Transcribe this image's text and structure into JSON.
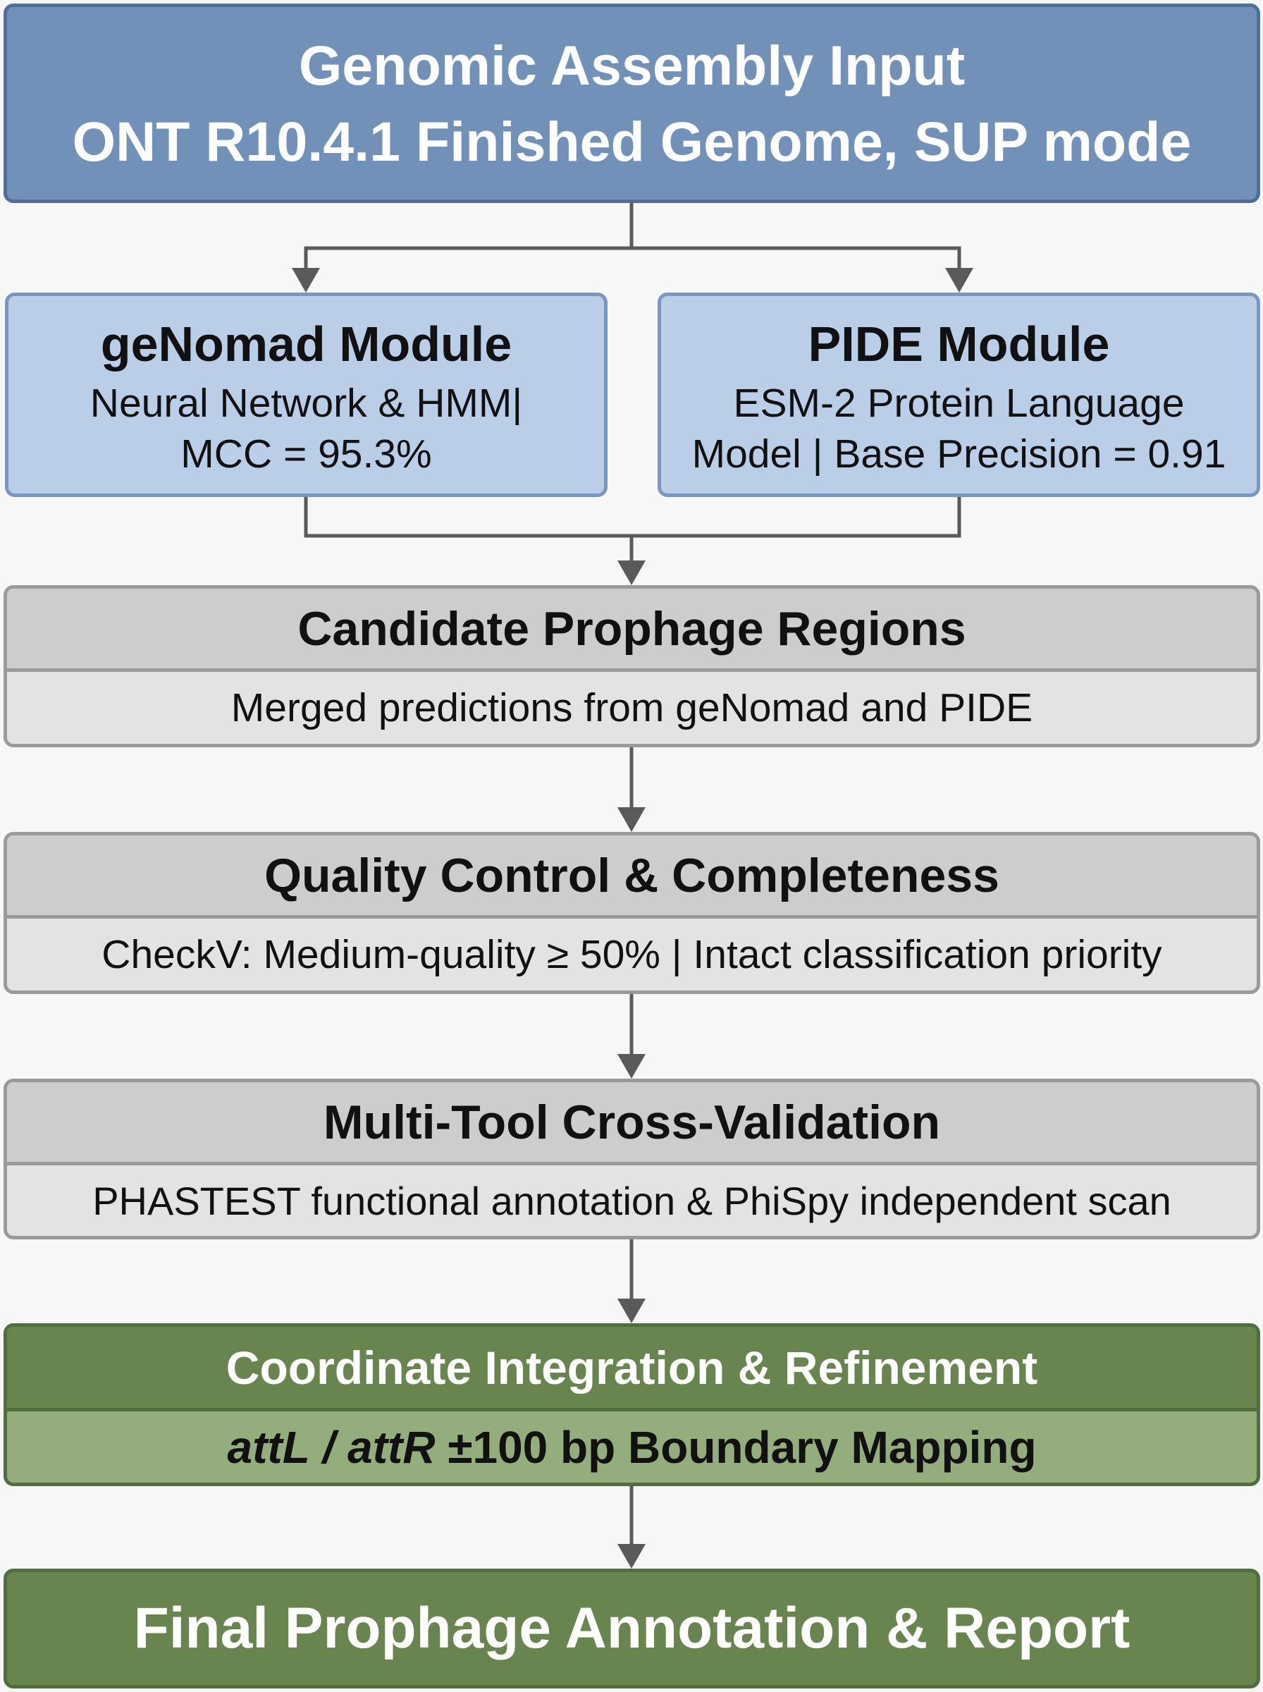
{
  "input": {
    "title": "Genomic Assembly Input",
    "subtitle": "ONT R10.4.1 Finished Genome, SUP mode"
  },
  "genomad": {
    "title": "geNomad Module",
    "line1": "Neural Network & HMM|",
    "line2": "MCC = 95.3%"
  },
  "pide": {
    "title": "PIDE Module",
    "line1": "ESM-2 Protein Language",
    "line2": "Model | Base Precision = 0.91"
  },
  "candidate": {
    "title": "Candidate Prophage Regions",
    "detail": "Merged predictions from geNomad and PIDE"
  },
  "qc": {
    "title": "Quality Control & Completeness",
    "detail": "CheckV: Medium-quality ≥ 50% | Intact classification priority"
  },
  "crossval": {
    "title": "Multi-Tool Cross-Validation",
    "detail": "PHASTEST functional annotation & PhiSpy independent scan"
  },
  "integration": {
    "title": "Coordinate Integration & Refinement",
    "detail_italic_1": "attL",
    "detail_sep": " / ",
    "detail_italic_2": "attR",
    "detail_rest": " ±100 bp Boundary Mapping"
  },
  "final": {
    "title": "Final Prophage Annotation & Report"
  },
  "colors": {
    "input_fill": "#7291b8",
    "module_fill": "#bacfe7",
    "gray_header": "#cdcdcd",
    "gray_body": "#e3e3e3",
    "green_header": "#69854f",
    "green_body": "#93ad7d",
    "arrow": "#5a5a5a"
  }
}
